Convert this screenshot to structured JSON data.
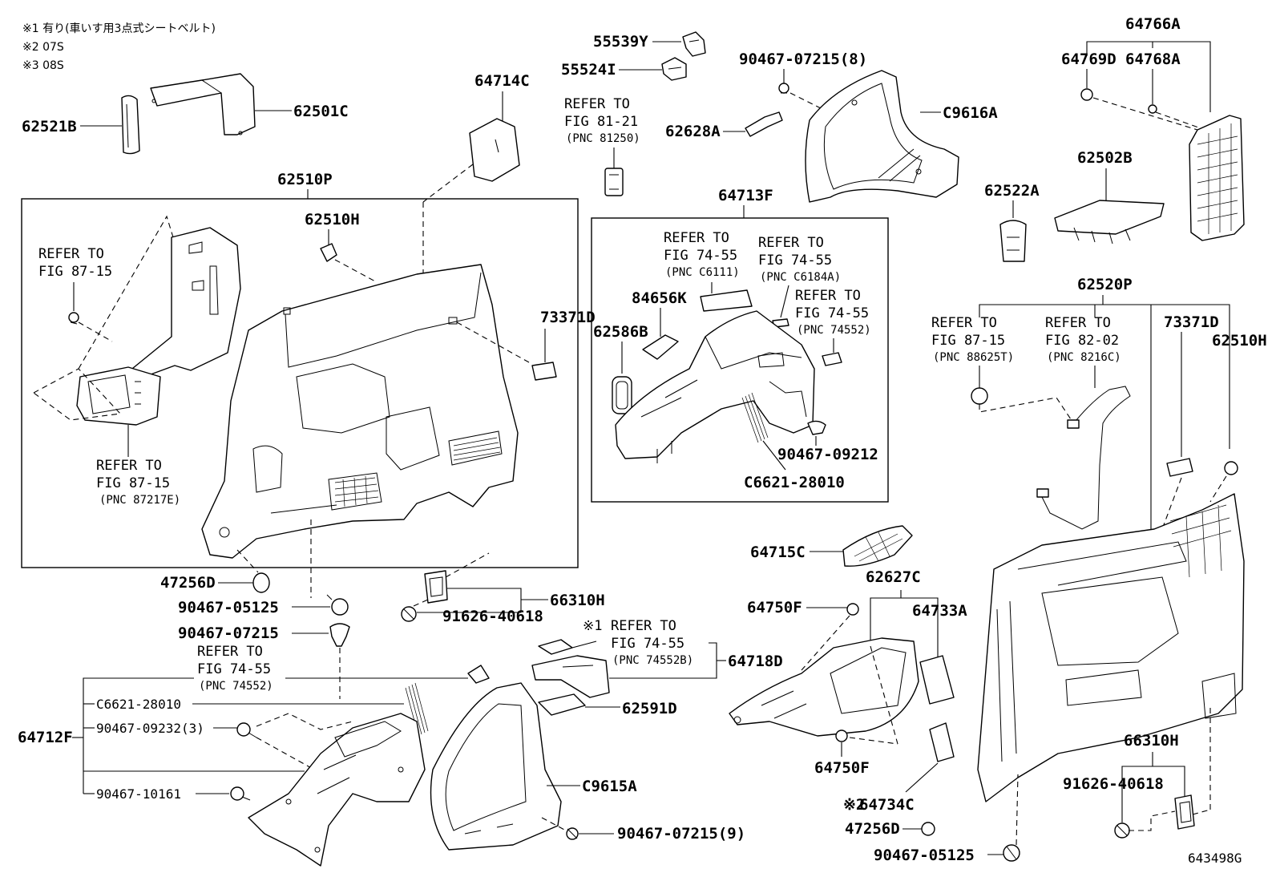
{
  "notes": [
    "※1 有り(車いす用3点式シートベルト)",
    "※2 07S",
    "※3 08S"
  ],
  "figure_code": "643498G",
  "refer": {
    "refer_to": "REFER TO",
    "fig_87_15": "FIG 87-15",
    "fig_81_21": "FIG 81-21",
    "fig_74_55": "FIG 74-55",
    "fig_82_02": "FIG 82-02",
    "pnc_81250": "(PNC 81250)",
    "pnc_87217e": "(PNC 87217E)",
    "pnc_c6111": "(PNC C6111)",
    "pnc_c6184a": "(PNC C6184A)",
    "pnc_74552": "(PNC 74552)",
    "pnc_74552b": "(PNC 74552B)",
    "pnc_88625t": "(PNC 88625T)",
    "pnc_8216c": "(PNC 8216C)",
    "note1_mark": "※1",
    "note2_mark": "※2"
  },
  "parts": {
    "p62521b": "62521B",
    "p62501c": "62501C",
    "p64714c": "64714C",
    "p55539y": "55539Y",
    "p55524i": "55524I",
    "p90467_07215_8": "90467-07215(8)",
    "p62628a": "62628A",
    "pc9616a": "C9616A",
    "p64766a": "64766A",
    "p64769d": "64769D",
    "p64768a": "64768A",
    "p62502b": "62502B",
    "p62522a": "62522A",
    "p62510p": "62510P",
    "p62510h": "62510H",
    "p73371d": "73371D",
    "p64713f": "64713F",
    "p84656k": "84656K",
    "p62586b": "62586B",
    "p90467_09212": "90467-09212",
    "pc6621_28010": "C6621-28010",
    "p62520p": "62520P",
    "p62510h_b": "62510H",
    "p73371d_b": "73371D",
    "p47256d": "47256D",
    "p90467_05125": "90467-05125",
    "p90467_07215": "90467-07215",
    "p66310h": "66310H",
    "p91626_40618": "91626-40618",
    "p64715c": "64715C",
    "p62627c": "62627C",
    "p64750f": "64750F",
    "p64733a": "64733A",
    "p64718d": "64718D",
    "p62591d": "62591D",
    "p64712f": "64712F",
    "pc6621_28010_b": "C6621-28010",
    "p90467_09232_3": "90467-09232(3)",
    "p90467_10161": "90467-10161",
    "pc9615a": "C9615A",
    "p90467_07215_9": "90467-07215(9)",
    "p64750f_b": "64750F",
    "p64734c": "64734C",
    "p47256d_b": "47256D",
    "p90467_05125_b": "90467-05125",
    "p66310h_b": "66310H",
    "p91626_40618_b": "91626-40618"
  }
}
